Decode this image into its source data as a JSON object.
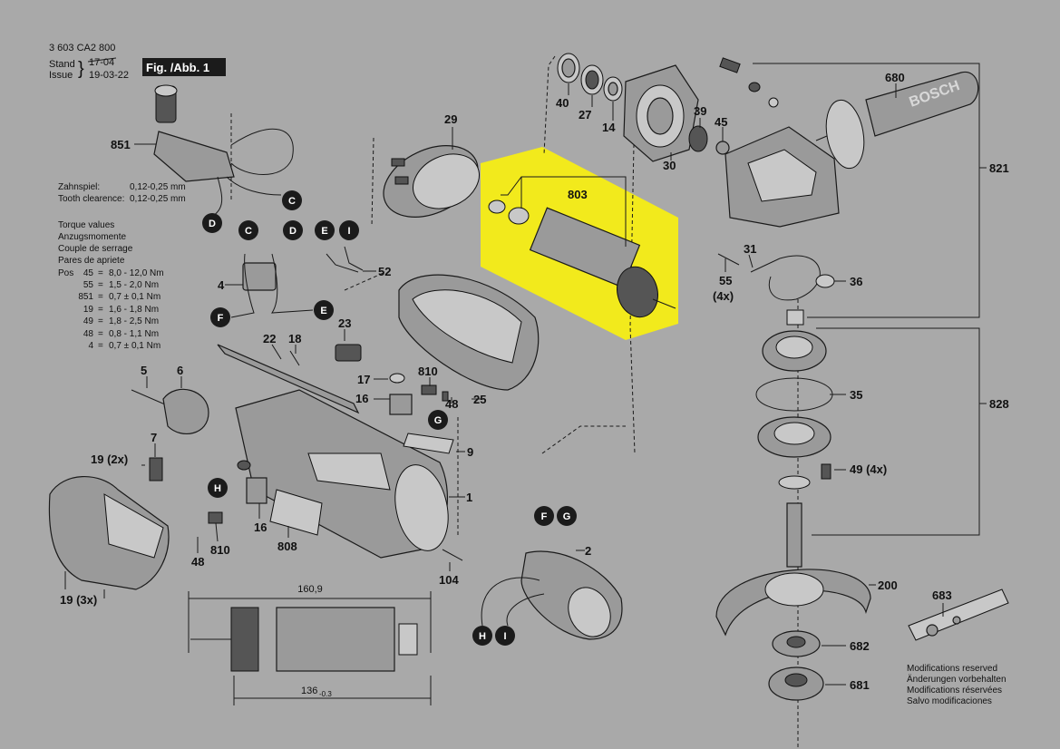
{
  "header": {
    "doc_number": "3 603 CA2 800",
    "stand_label": "Stand",
    "issue_label": "Issue",
    "stand_date": "17-04",
    "issue_date": "19-03-22",
    "figure_label": "Fig. /Abb. 1"
  },
  "notes": {
    "backlash_de": "Zahnspiel:",
    "backlash_de_value": "0,12-0,25 mm",
    "backlash_en": "Tooth clearence:",
    "backlash_en_value": "0,12-0,25 mm",
    "torque_lines": [
      "Torque values",
      "Anzugsmomente",
      "Couple de serrage",
      "Pares de apriete"
    ],
    "torque_table": [
      {
        "pos": "Pos",
        "num": "45",
        "val": "8,0 - 12,0 Nm"
      },
      {
        "pos": "",
        "num": "55",
        "val": "1,5 - 2,0 Nm"
      },
      {
        "pos": "",
        "num": "851",
        "val": "0,7 ± 0,1 Nm"
      },
      {
        "pos": "",
        "num": "19",
        "val": "1,6 - 1,8 Nm"
      },
      {
        "pos": "",
        "num": "49",
        "val": "1,8 - 2,5 Nm"
      },
      {
        "pos": "",
        "num": "48",
        "val": "0,8 - 1,1 Nm"
      },
      {
        "pos": "",
        "num": "4",
        "val": "0,7 ± 0,1 Nm"
      }
    ]
  },
  "connectors": [
    "C",
    "D",
    "E",
    "F",
    "G",
    "H",
    "I"
  ],
  "parts": {
    "p40": "40",
    "p27": "27",
    "p14": "14",
    "p39": "39",
    "p45": "45",
    "p30": "30",
    "p680": "680",
    "p821": "821",
    "p29": "29",
    "p803": "803",
    "p31": "31",
    "p55": "55",
    "p55q": "(4x)",
    "p36": "36",
    "p851": "851",
    "p52": "52",
    "p4": "4",
    "p23": "23",
    "p22": "22",
    "p18": "18",
    "p17": "17",
    "p810a": "810",
    "p48a": "48",
    "p16a": "16",
    "p25": "25",
    "p35": "35",
    "p828": "828",
    "p5": "5",
    "p6": "6",
    "p7": "7",
    "p9": "9",
    "p1": "1",
    "p19a": "19 (2x)",
    "p49": "49 (4x)",
    "p16b": "16",
    "p810b": "810",
    "p48b": "48",
    "p808": "808",
    "p2": "2",
    "p104": "104",
    "p200": "200",
    "p683": "683",
    "p682": "682",
    "p681": "681",
    "p19b": "19 (3x)"
  },
  "dimensions": {
    "overall": "160,9",
    "inner": "136",
    "inner_tol": "-0.3"
  },
  "disclaimer": [
    "Modifications reserved",
    "Änderungen vorbehalten",
    "Modifications réservées",
    "Salvo modificaciones"
  ],
  "colors": {
    "background": "#a9a9a9",
    "highlight": "#f2ea1c",
    "badge": "#1b1b1b"
  }
}
